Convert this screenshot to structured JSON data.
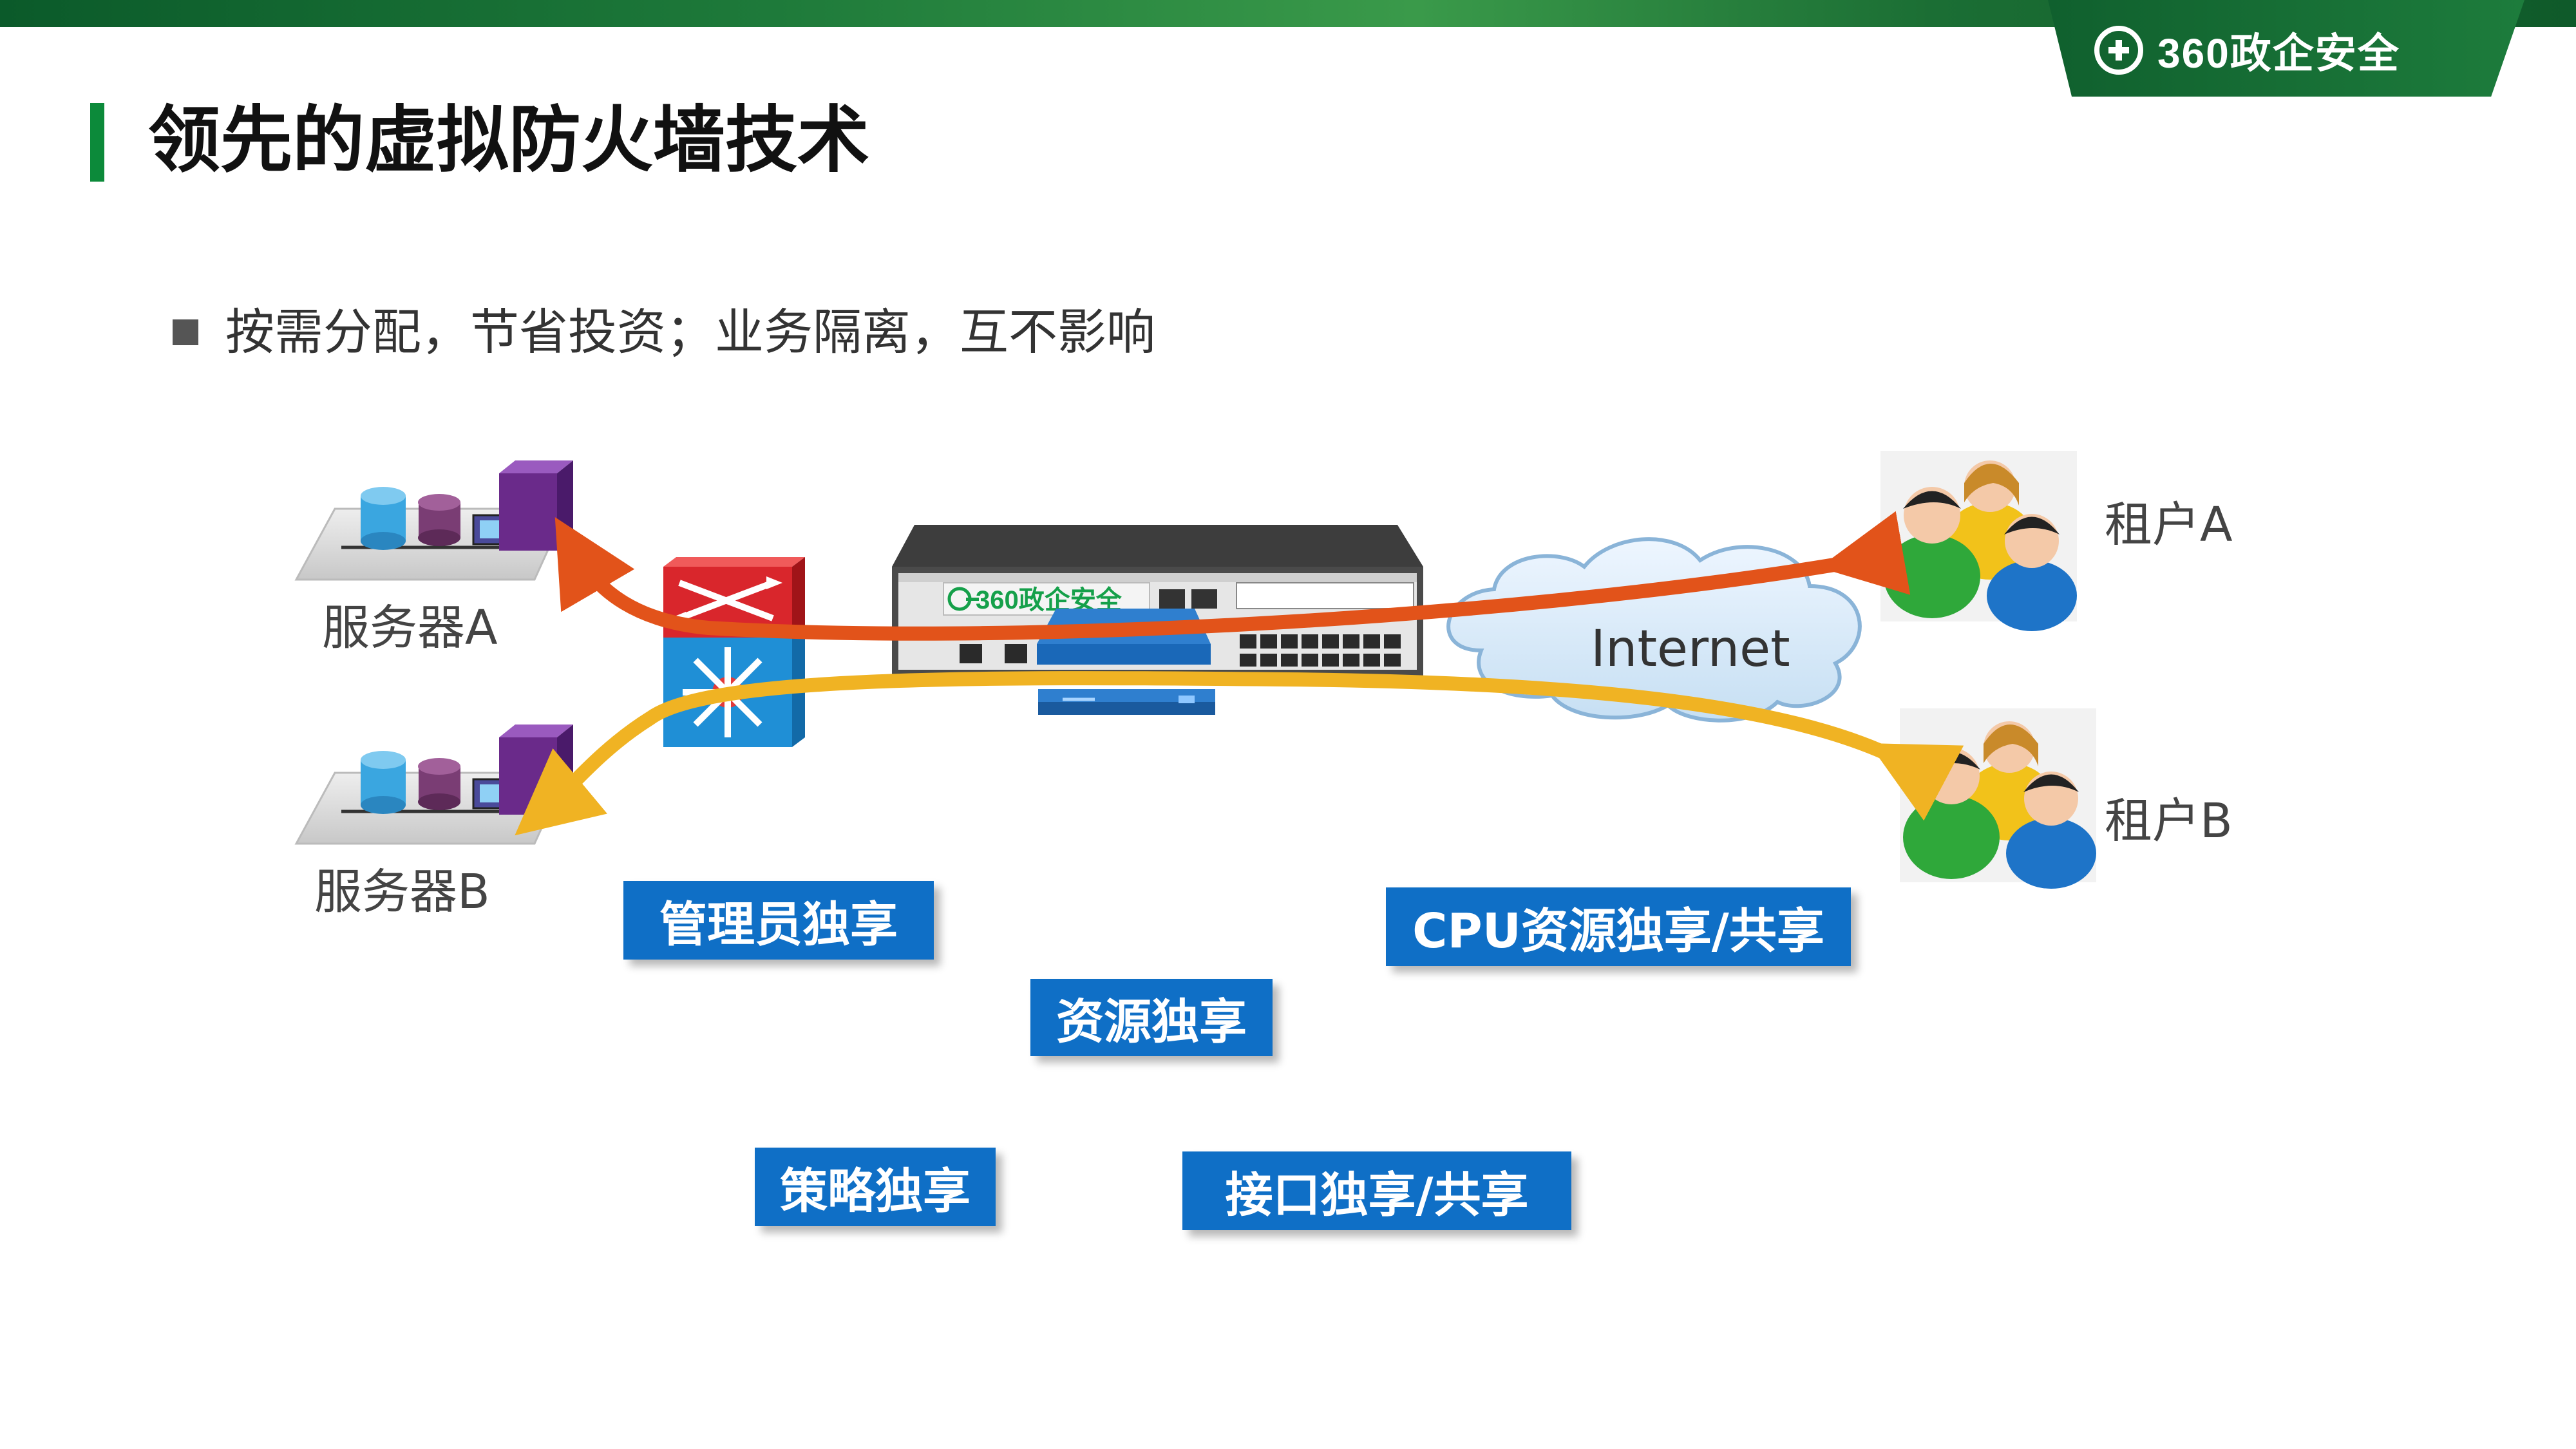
{
  "brand": {
    "text": "360政企安全",
    "icon": "plus-circle-icon"
  },
  "slide": {
    "title": "领先的虚拟防火墙技术",
    "bullet": "按需分配，节省投资；业务隔离，互不影响"
  },
  "nodes": {
    "server_a": "服务器A",
    "server_b": "服务器B",
    "tenant_a": "租户A",
    "tenant_b": "租户B",
    "cloud": "Internet",
    "appliance_badge": "360政企安全"
  },
  "features": [
    "管理员独享",
    "资源独享",
    "策略独享",
    "接口独享/共享",
    "CPU资源独享/共享"
  ],
  "colors": {
    "accent_green": "#0c8a3a",
    "feature_blue": "#0f6fc6",
    "flow_a": "#e2531a",
    "flow_b": "#f0b323"
  }
}
